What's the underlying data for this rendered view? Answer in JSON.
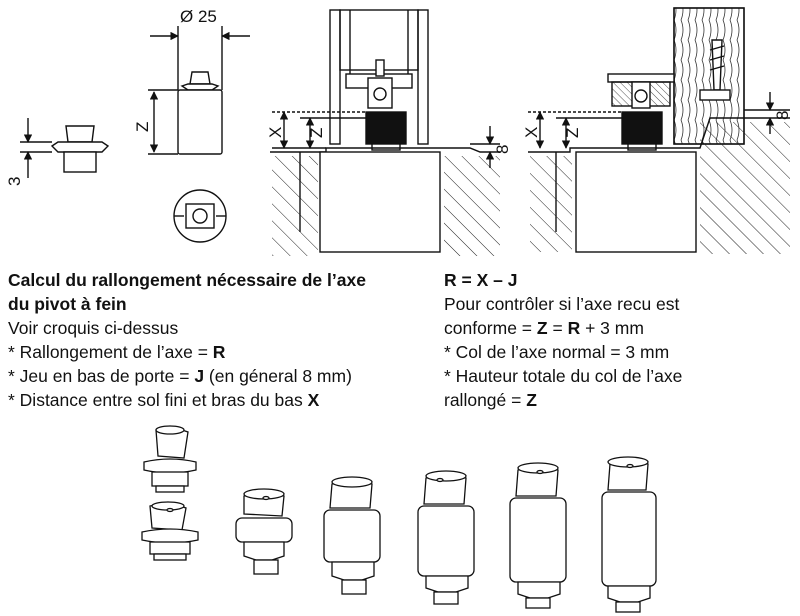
{
  "dimensions": {
    "diameter": "Ø 25",
    "height_3": "3",
    "z": "Z",
    "x": "X",
    "eight": "8"
  },
  "left_text": {
    "title_line1": "Calcul du rallongement nécessaire de l’axe",
    "title_line2": "du pivot à fein",
    "line3": "Voir croquis ci-dessus",
    "line4_pre": "* Rallongement de l’axe = ",
    "line4_var": "R",
    "line5_pre": "* Jeu en bas de porte = ",
    "line5_var": "J",
    "line5_post": " (en géneral 8 mm)",
    "line6_pre": "* Distance entre sol fini et bras du bas ",
    "line6_var": "X"
  },
  "right_text": {
    "formula_a": "R = X – J",
    "line2": "Pour contrôler si l’axe recu est",
    "line3_pre": "conforme = ",
    "line3_z": "Z",
    "line3_mid": " = ",
    "line3_r": "R",
    "line3_post": " + 3 mm",
    "line4": "* Col de l’axe normal = 3 mm",
    "line5": "* Hauteur totale du col de l’axe",
    "line6_pre": "rallongé = ",
    "line6_var": "Z"
  }
}
